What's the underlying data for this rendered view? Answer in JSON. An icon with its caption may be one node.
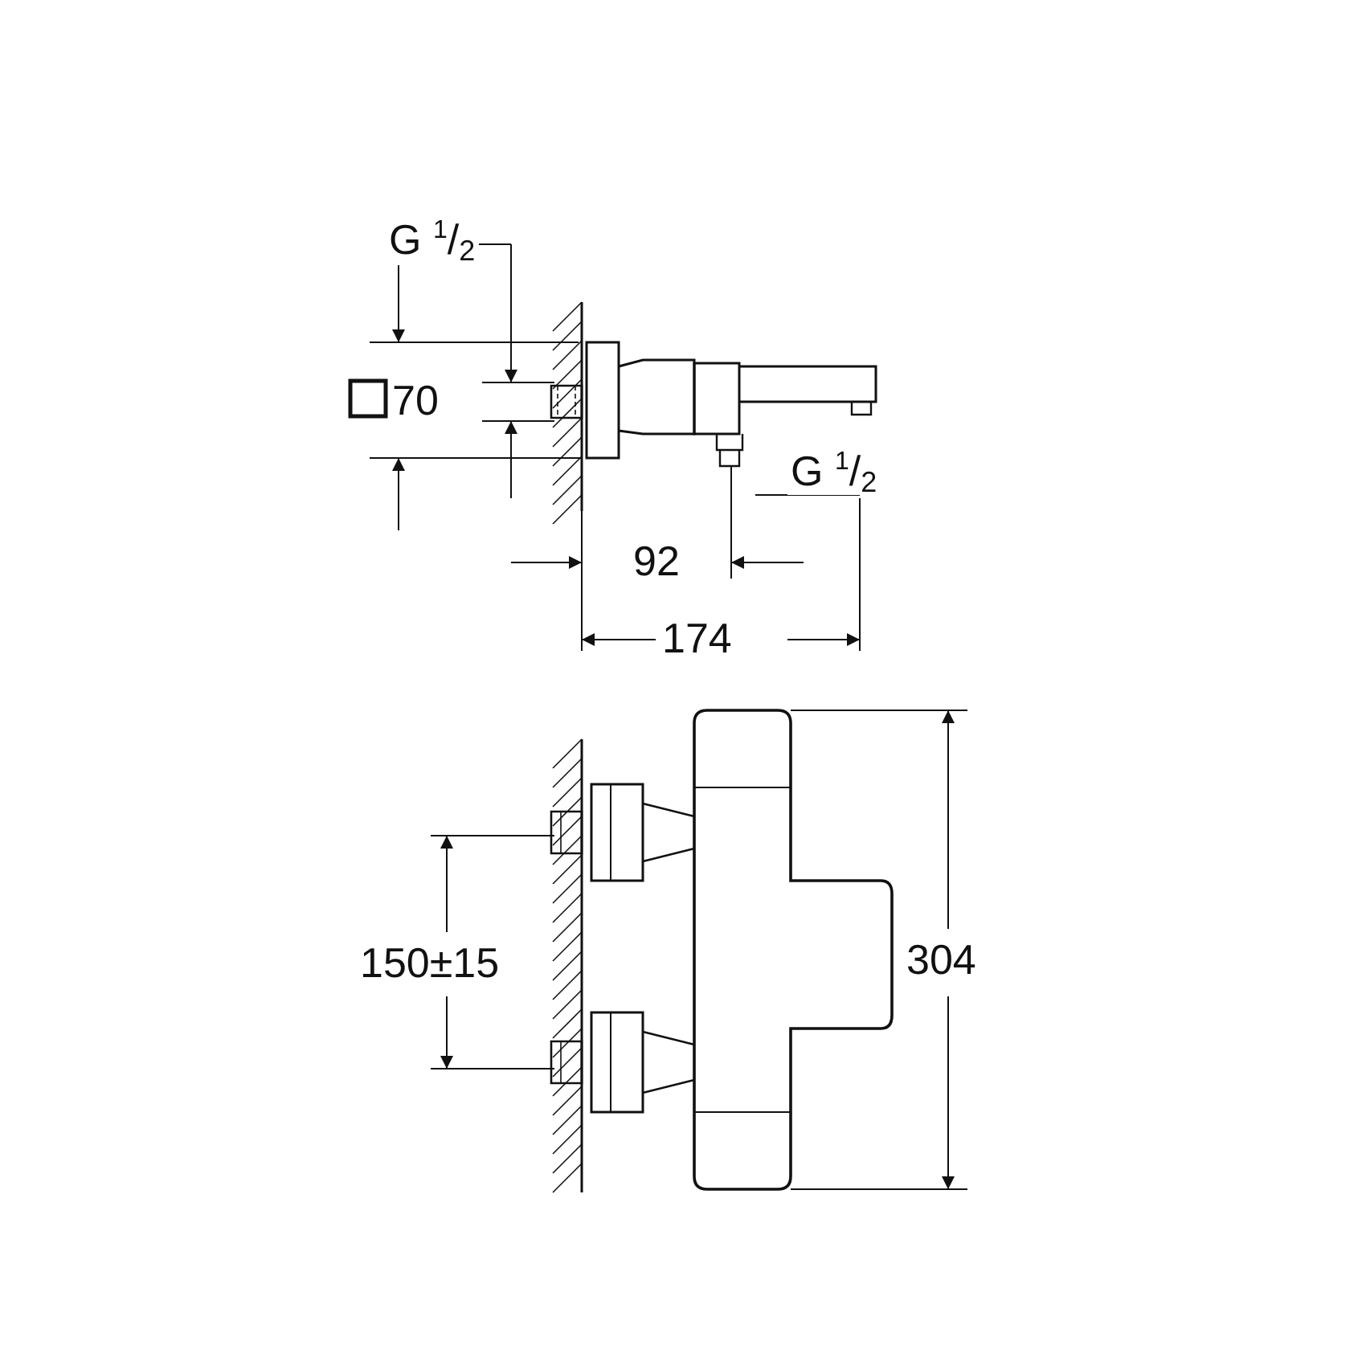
{
  "diagram": {
    "labels": [
      "G $^{1}$/$_{2}$",
      "70",
      "G $^{1}$/$_{2}$",
      "92",
      "174",
      "150±15",
      "304"
    ]
  }
}
